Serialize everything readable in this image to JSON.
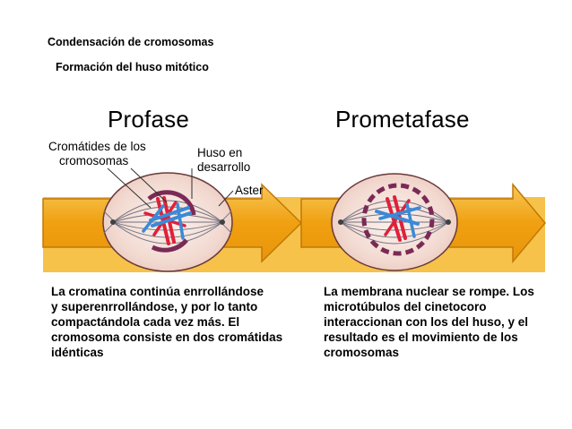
{
  "header": {
    "line1": "Condensación de cromosomas",
    "line2": "Formación del huso mitótico"
  },
  "stages": [
    {
      "title": "Profase"
    },
    {
      "title": "Prometafase"
    }
  ],
  "labels": {
    "cromatides_l1": "Cromátides de los",
    "cromatides_l2": "cromosomas",
    "huso_l1": "Huso en",
    "huso_l2": "desarrollo",
    "aster": "Aster"
  },
  "descriptions": {
    "profase": [
      "La cromatina continúa enrrollándose",
      "y superenrrollándose, y por lo tanto",
      "compactándola cada vez más. El",
      "cromosoma consiste en dos cromátidas",
      "idénticas"
    ],
    "prometafase": [
      "La membrana nuclear se rompe. Los",
      "microtúbulos del cinetocoro",
      "interaccionan con los del huso, y el",
      "resultado es el movimiento de los",
      "cromosomas"
    ]
  },
  "colors": {
    "band": "#f0a010",
    "band_light": "#f6c24a",
    "cell_fill": "#f3ddd6",
    "nucleus_fill": "#f7efe9",
    "membrane": "#7a2a55",
    "chromatid_red": "#e0203a",
    "chromatid_blue": "#3a8ad8",
    "label_grey": "#303030"
  }
}
